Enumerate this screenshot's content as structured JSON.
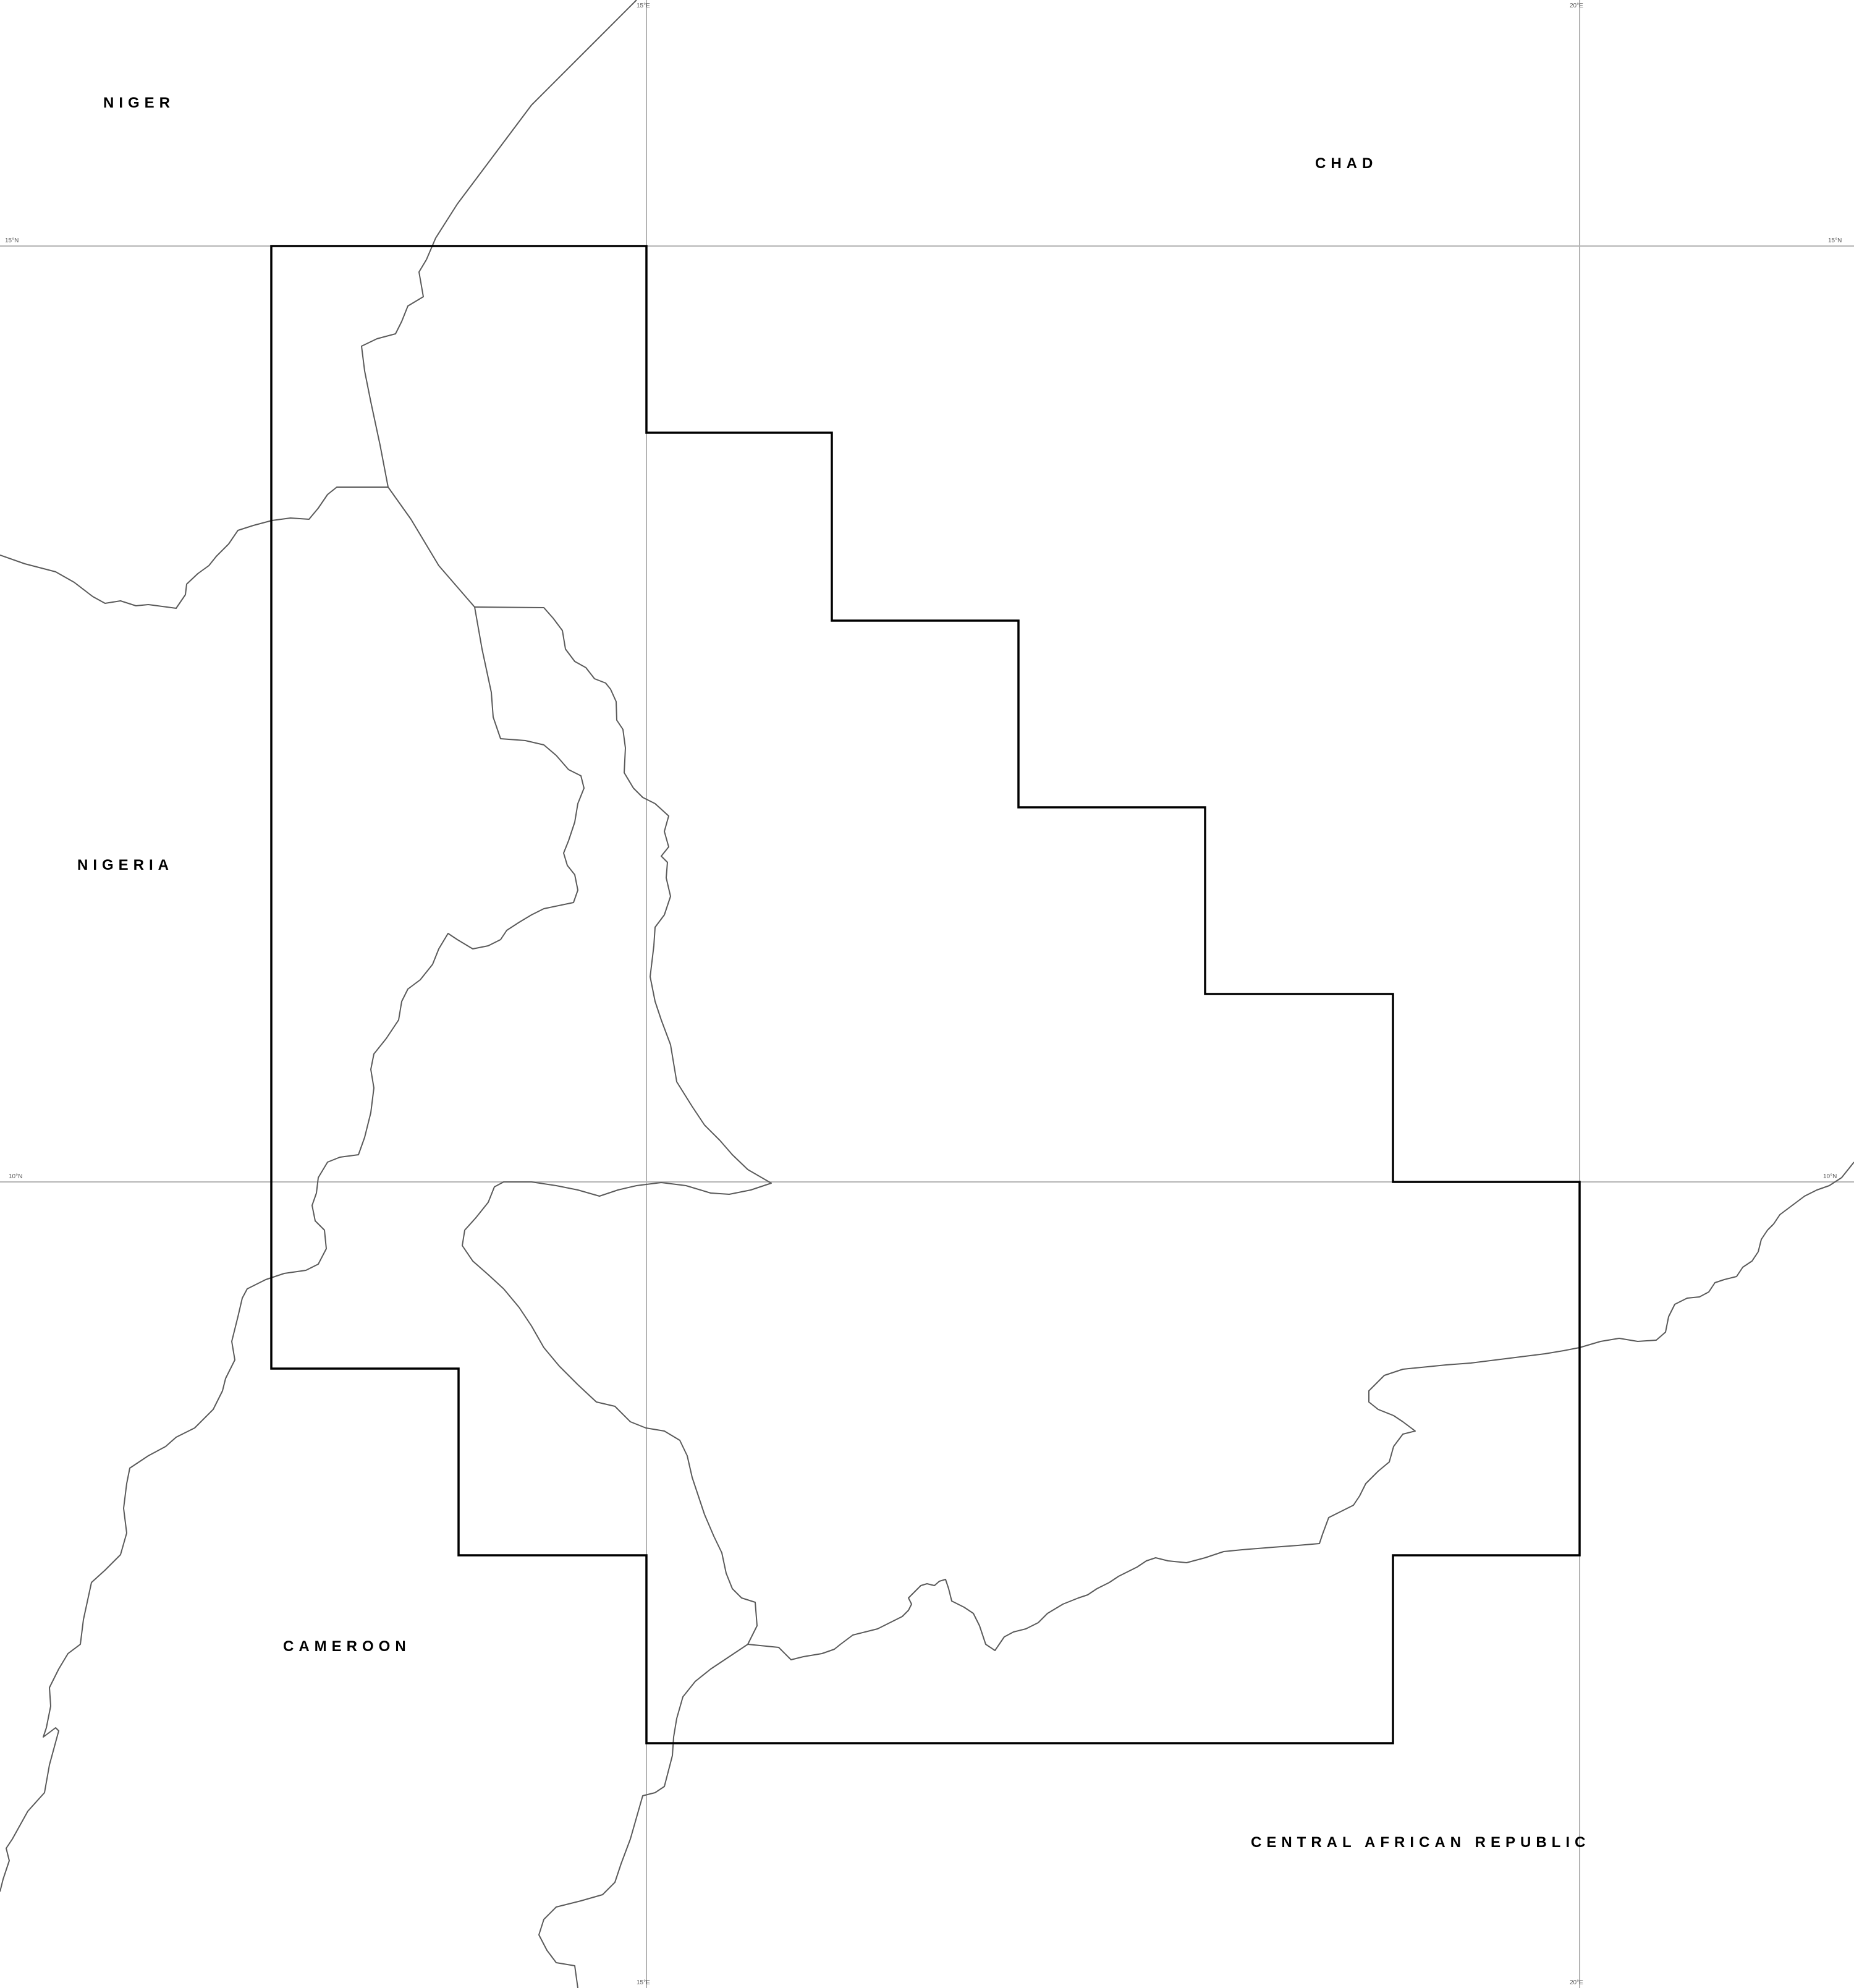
{
  "map": {
    "countries": [
      {
        "id": "niger",
        "name": "NIGER"
      },
      {
        "id": "chad",
        "name": "CHAD"
      },
      {
        "id": "nigeria",
        "name": "NIGERIA"
      },
      {
        "id": "cameroon",
        "name": "CAMEROON"
      },
      {
        "id": "car",
        "name": "CENTRAL AFRICAN REPUBLIC"
      }
    ],
    "graticule": {
      "meridians": [
        {
          "id": "15e",
          "label": "15°E"
        },
        {
          "id": "20e",
          "label": "20°E"
        }
      ],
      "parallels": [
        {
          "id": "15n",
          "label": "15°N"
        },
        {
          "id": "10n",
          "label": "10°N"
        }
      ]
    },
    "colors": {
      "background": "#ffffff",
      "study_area": "#000000",
      "borders": "#5a5a5a",
      "graticule": "#b4b4b4"
    }
  }
}
